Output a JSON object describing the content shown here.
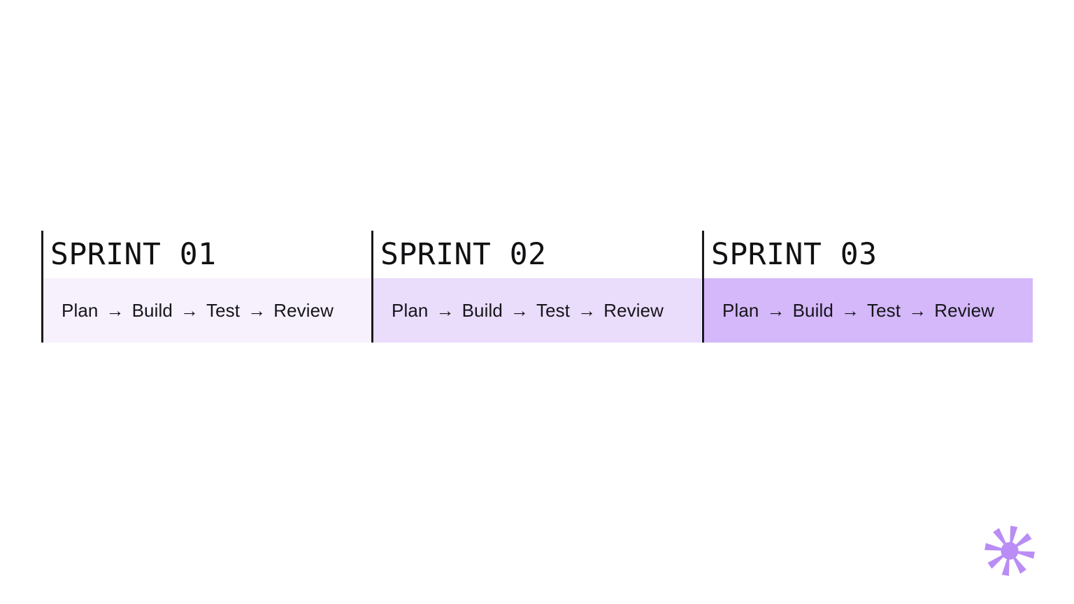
{
  "slide": {
    "background_color": "#FFFFFF",
    "rule_color": "#1A1A1E"
  },
  "board": {
    "columns": [
      {
        "title": "SPRINT 01",
        "band_color": "#F7F1FD",
        "flow": {
          "steps": [
            "Plan",
            "Build",
            "Test",
            "Review"
          ],
          "arrow": "→",
          "full_text": "Plan → Build → Test → Review"
        }
      },
      {
        "title": "SPRINT 02",
        "band_color": "#EADCFB",
        "flow": {
          "steps": [
            "Plan",
            "Build",
            "Test",
            "Review"
          ],
          "arrow": "→",
          "full_text": "Plan → Build → Test → Review"
        }
      },
      {
        "title": "SPRINT 03",
        "band_color": "#D4B8F9",
        "flow": {
          "steps": [
            "Plan",
            "Build",
            "Test",
            "Review"
          ],
          "arrow": "→",
          "full_text": "Plan → Build → Test → Review"
        }
      }
    ]
  },
  "brand": {
    "mark_name": "asterisk-logo",
    "color": "#B98DF5",
    "points": 8
  }
}
